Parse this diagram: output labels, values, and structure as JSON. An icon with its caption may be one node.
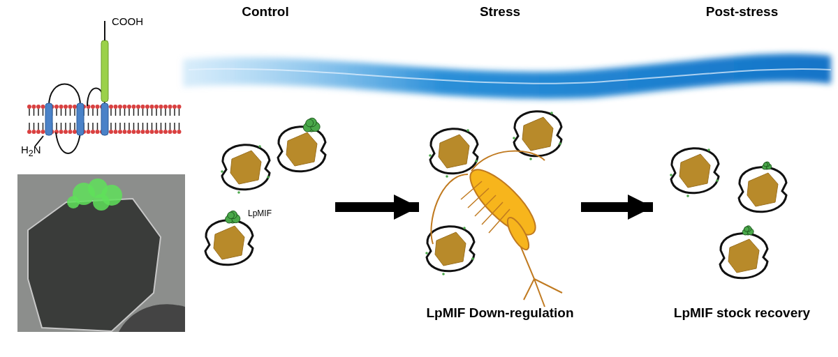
{
  "diagram": {
    "nodes": [
      {
        "text": [
          "Control"
        ]
      },
      {
        "text": [
          "Stress"
        ],
        "beside": [
          "LpMIF Down-regulation"
        ]
      },
      {
        "text": [
          "Post-stress"
        ],
        "beside": [
          "LpMIF stock recovery"
        ]
      }
    ],
    "edges": [
      {
        "from": 0,
        "to": 1,
        "arrow": "to"
      },
      {
        "from": 1,
        "to": 2,
        "arrow": "to"
      }
    ],
    "labels": [
      "COOH",
      "H$_{2}$N",
      "LpMIF"
    ]
  }
}
